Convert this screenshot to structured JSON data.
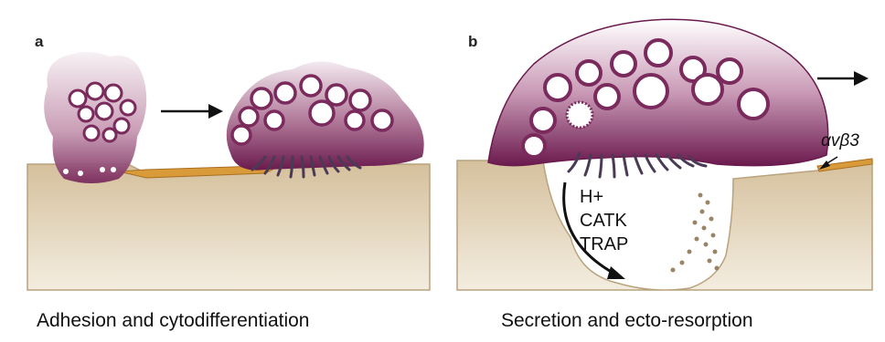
{
  "panels": [
    {
      "letter": "a",
      "caption": "Adhesion and cytodifferentiation"
    },
    {
      "letter": "b",
      "caption": "Secretion and ecto-resorption",
      "secreted": [
        "H+",
        "CATK",
        "TRAP"
      ],
      "integrin_label": "αvβ3"
    }
  ],
  "colors": {
    "bone": "#d9c7a6",
    "bone_edge": "#b9a27c",
    "cell_dark": "#6b1a4e",
    "cell_light": "#f2e6ee",
    "matrix_orange": "#d99a3a",
    "vesicle": "#a0848f"
  }
}
